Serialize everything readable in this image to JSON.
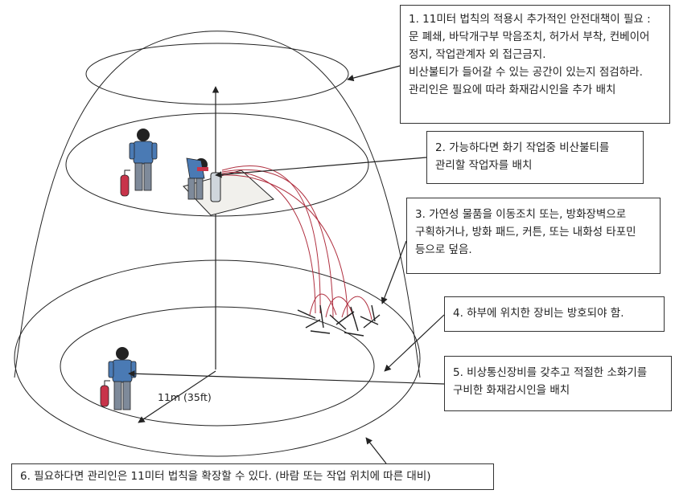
{
  "notes": [
    {
      "lines": [
        "1. 11미터 법칙의 적용시 추가적인 안전대책이 필요 :",
        "문 폐쇄, 바닥개구부 막음조치, 허가서 부착, 컨베이어",
        "정지, 작업관계자 외 접근금지.",
        "비산불티가 들어갈 수 있는 공간이 있는지 점검하라.",
        "관리인은 필요에 따라 화재감시인을 추가 배치"
      ]
    },
    {
      "lines": [
        "2. 가능하다면 화기 작업중 비산불티를",
        "관리할 작업자를 배치"
      ]
    },
    {
      "lines": [
        "3. 가연성 물품을 이동조치 또는, 방화장벽으로",
        "구획하거나, 방화 패드, 커튼, 또는 내화성 타포민",
        "등으로 덮음."
      ]
    },
    {
      "lines": [
        "4. 하부에 위치한 장비는 방호되야 함."
      ]
    },
    {
      "lines": [
        "5. 비상통신장비를 갖추고 적절한 소화기를",
        "구비한 화재감시인을 배치"
      ]
    },
    {
      "lines": [
        "6. 필요하다면 관리인은 11미터 법칙을 확장할 수 있다. (바람 또는 작업 위치에 따른 대비)"
      ]
    }
  ],
  "distance_label": "11m (35ft)",
  "colors": {
    "line": "#222222",
    "spark": "#b03040",
    "shirt": "#4a7ab4",
    "pants": "#7e8a9a",
    "glove": "#c8344a",
    "extinguisher": "#c8344a",
    "mat": "#f1f0ec"
  }
}
